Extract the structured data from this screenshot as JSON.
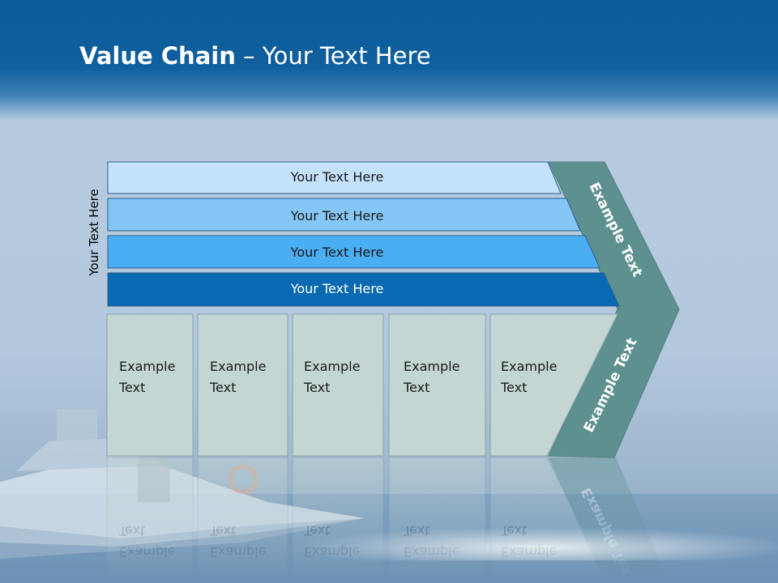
{
  "slide": {
    "title_bold": "Value Chain",
    "title_rest": " – Your Text Here",
    "side_label": "Your Text Here"
  },
  "support_activities": [
    {
      "label": "Your Text Here"
    },
    {
      "label": "Your Text Here"
    },
    {
      "label": "Your Text Here"
    },
    {
      "label": "Your Text Here"
    }
  ],
  "primary_activities": [
    {
      "line1": "Example",
      "line2": "Text"
    },
    {
      "line1": "Example",
      "line2": "Text"
    },
    {
      "line1": "Example",
      "line2": "Text"
    },
    {
      "line1": "Example",
      "line2": "Text"
    },
    {
      "line1": "Example",
      "line2": "Text"
    }
  ],
  "margin": {
    "upper_label": "Example Text",
    "lower_label": "Example Text"
  },
  "colors": {
    "header": "#0f5f9e",
    "band1": "#c4e3fb",
    "band2": "#84c6f5",
    "band3": "#4aaef2",
    "band4": "#0a69b3",
    "box": "#c3d6d3",
    "chevron": "#5f9090"
  }
}
